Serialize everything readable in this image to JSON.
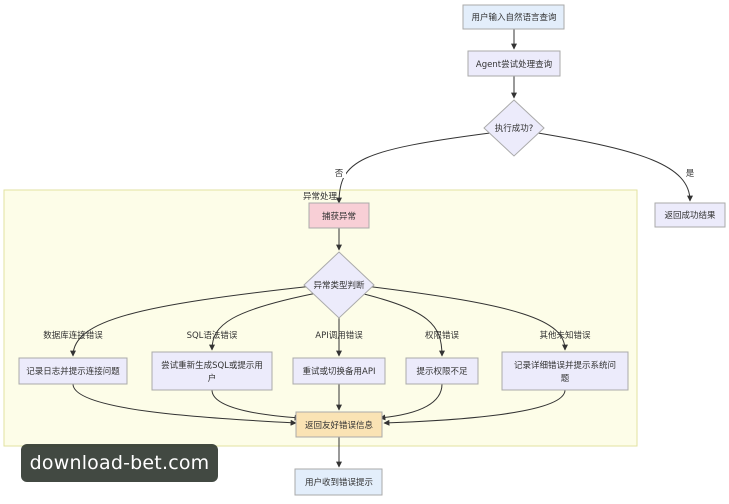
{
  "diagram": {
    "cluster_title": "异常处理",
    "nodes": {
      "user_input": "用户输入自然语言查询",
      "agent_try": "Agent尝试处理查询",
      "exec_success": "执行成功?",
      "return_success": "返回成功结果",
      "catch_exception": "捕获异常",
      "exception_type": "异常类型判断",
      "db_log_line1": "记录日志并提示连接问题",
      "sql_regen_line1": "尝试重新生成SQL或提示用",
      "sql_regen_line2": "户",
      "retry_api": "重试或切换备用API",
      "perm_denied": "提示权限不足",
      "unknown_log_line1": "记录详细错误并提示系统问",
      "unknown_log_line2": "题",
      "friendly_error": "返回友好错误信息",
      "user_receive": "用户收到错误提示"
    },
    "edge_labels": {
      "no": "否",
      "yes": "是",
      "db_error": "数据库连接错误",
      "sql_error": "SQL语法错误",
      "api_error": "API调用错误",
      "perm_error": "权限错误",
      "other_error": "其他未知错误"
    },
    "colors": {
      "blue_node": "#e3eefb",
      "purple_node": "#ecebfb",
      "pink_node": "#f8cfd6",
      "orange_node": "#fae3b4",
      "cluster_fill": "#fdfde8",
      "cluster_border": "#e2e2a0",
      "node_border": "#aaaaaa",
      "edge": "#333333"
    }
  },
  "watermark": "download-bet.com"
}
